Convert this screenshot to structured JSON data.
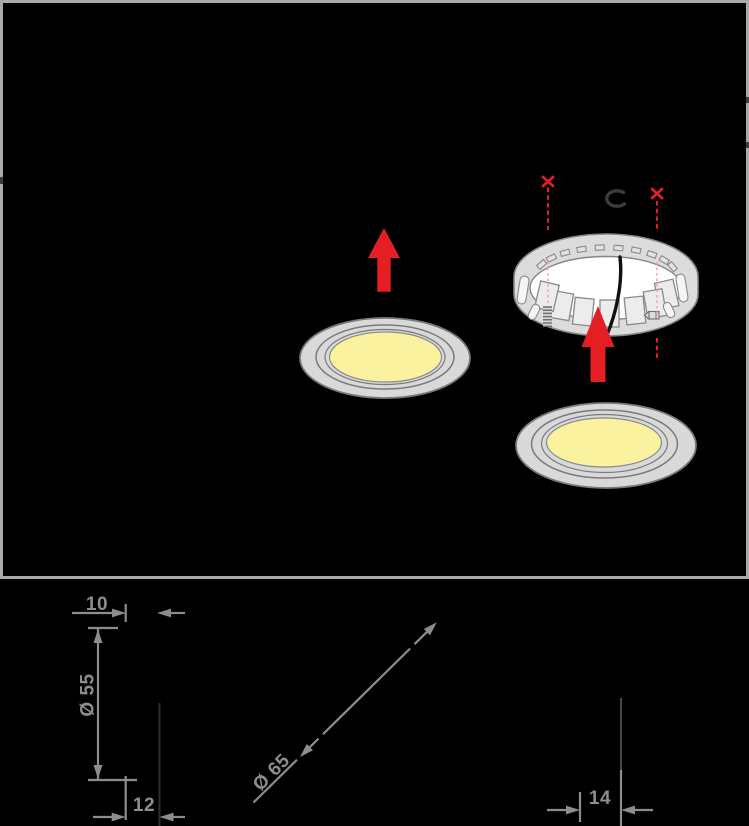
{
  "diagram": {
    "title": "recessed-light-installation-diagram",
    "labels": {
      "offset_top": "10",
      "cutout_diameter": "Ø 55",
      "offset_bottom": "12",
      "fixture_diameter": "Ø 65",
      "mounting_depth": "14"
    },
    "icons": {
      "push_up_arrow": "▲",
      "do_not_screw_cross": "✕",
      "rotate_ring": "⟲"
    },
    "colors": {
      "background": "#000000",
      "frame_border": "#a9a9a9",
      "dimension_gray": "#8d8d8d",
      "edge_dark": "#2f2f2f",
      "arrow_red": "#e31f24",
      "guide_pink": "#f2aaaa",
      "lens_yellow": "#fbf2a0",
      "fixture_gray": "#d9d9d9",
      "fixture_outline": "#7a7a7a",
      "ring_gray": "#dcdcdc",
      "ring_outline": "#868686",
      "ring_cavity": "#ffffff",
      "rotate_icon_gray": "#3c3c3c"
    }
  }
}
